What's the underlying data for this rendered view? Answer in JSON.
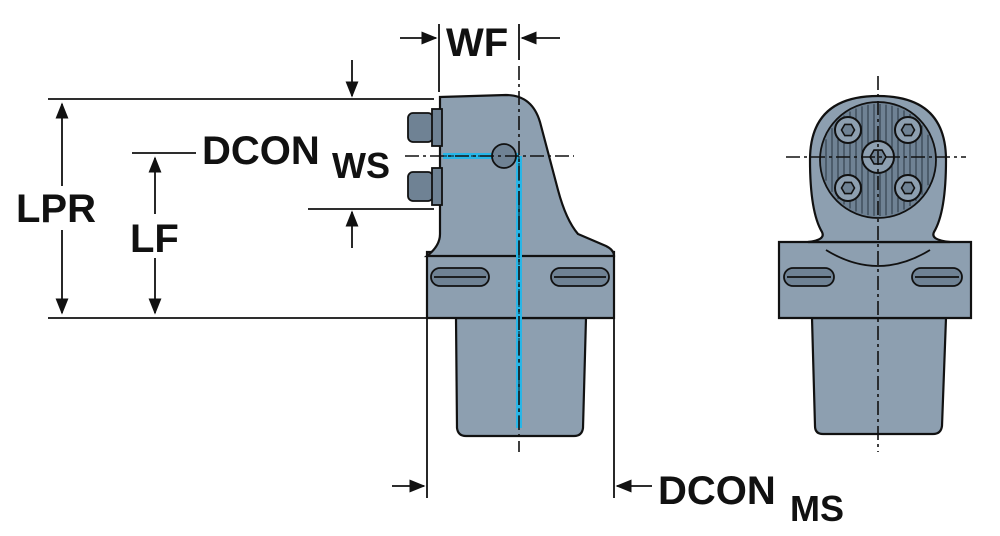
{
  "labels": {
    "wf": "WF",
    "lpr": "LPR",
    "lf": "LF",
    "dcon_ws_main": "DCON",
    "dcon_ws_sub": "WS",
    "dcon_ms_main": "DCON",
    "dcon_ms_sub": "MS"
  },
  "colors": {
    "body": "#8d9fb0",
    "shade": "#6f8294",
    "coolant": "#27b6e8",
    "ink": "#111111"
  }
}
